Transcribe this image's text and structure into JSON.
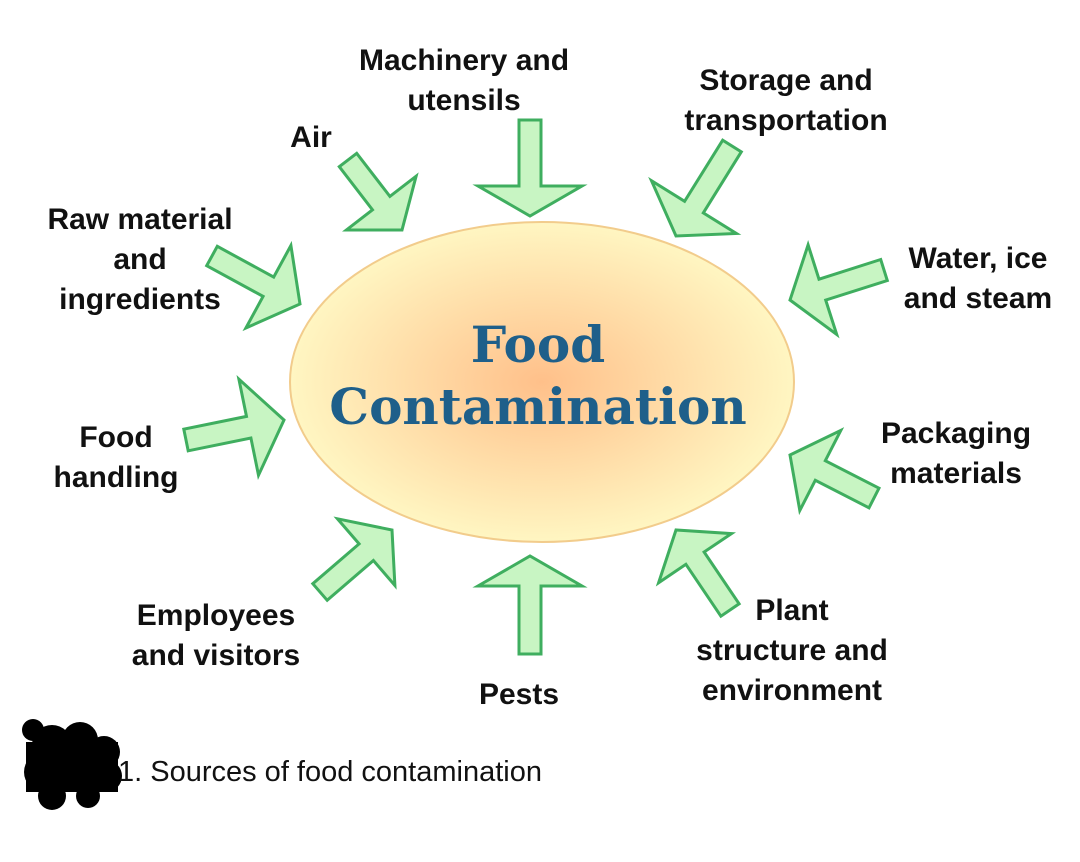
{
  "center": {
    "line1": "Food",
    "line2": "Contamination",
    "text_color": "#1e5f8a",
    "fill_inner": "#ffc08a",
    "fill_outer": "#fff6c2",
    "border_color": "#f2cc8c"
  },
  "sources": [
    {
      "lines": [
        "Machinery and",
        "utensils"
      ]
    },
    {
      "lines": [
        "Storage and",
        "transportation"
      ]
    },
    {
      "lines": [
        "Water, ice",
        "and steam"
      ]
    },
    {
      "lines": [
        "Packaging",
        "materials"
      ]
    },
    {
      "lines": [
        "Plant",
        "structure and",
        "environment"
      ]
    },
    {
      "lines": [
        "Pests"
      ]
    },
    {
      "lines": [
        "Employees",
        "and visitors"
      ]
    },
    {
      "lines": [
        "Food",
        "handling"
      ]
    },
    {
      "lines": [
        "Raw material",
        "and",
        "ingredients"
      ]
    },
    {
      "lines": [
        "Air"
      ]
    }
  ],
  "arrow_colors": {
    "fill": "#c8f5c3",
    "stroke": "#3fae5f"
  },
  "caption": {
    "text": "1. Sources of food contamination"
  }
}
